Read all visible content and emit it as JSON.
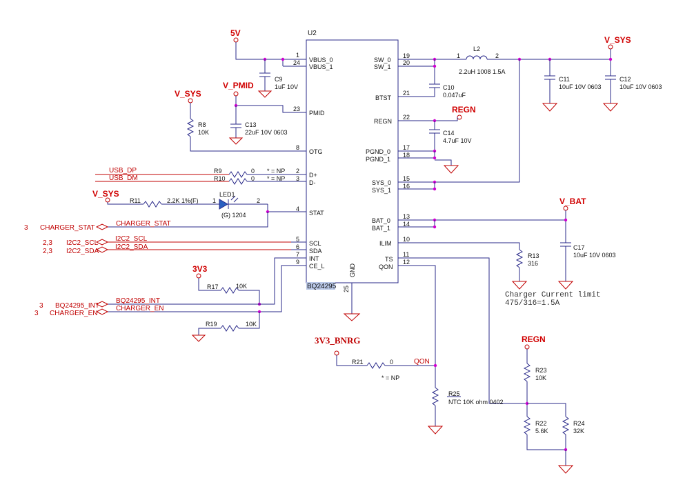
{
  "ic": {
    "ref": "U2",
    "part": "BQ24295",
    "gnd_label": "GND",
    "gnd_pin": "25",
    "left_pins": [
      {
        "num": "1",
        "name": "VBUS_0"
      },
      {
        "num": "24",
        "name": "VBUS_1"
      },
      {
        "num": "23",
        "name": "PMID"
      },
      {
        "num": "8",
        "name": "OTG"
      },
      {
        "num": "2",
        "name": "D+"
      },
      {
        "num": "3",
        "name": "D-"
      },
      {
        "num": "4",
        "name": "STAT"
      },
      {
        "num": "5",
        "name": "SCL"
      },
      {
        "num": "6",
        "name": "SDA"
      },
      {
        "num": "7",
        "name": "INT"
      },
      {
        "num": "9",
        "name": "CE_L"
      }
    ],
    "right_pins": [
      {
        "num": "19",
        "name": "SW_0"
      },
      {
        "num": "20",
        "name": "SW_1"
      },
      {
        "num": "21",
        "name": "BTST"
      },
      {
        "num": "22",
        "name": "REGN"
      },
      {
        "num": "17",
        "name": "PGND_0"
      },
      {
        "num": "18",
        "name": "PGND_1"
      },
      {
        "num": "15",
        "name": "SYS_0"
      },
      {
        "num": "16",
        "name": "SYS_1"
      },
      {
        "num": "13",
        "name": "BAT_0"
      },
      {
        "num": "14",
        "name": "BAT_1"
      },
      {
        "num": "10",
        "name": "ILIM"
      },
      {
        "num": "11",
        "name": "TS"
      },
      {
        "num": "12",
        "name": "QON"
      }
    ]
  },
  "power": {
    "p5v": "5V",
    "vsys_a": "V_SYS",
    "vsys_b": "V_SYS",
    "vsys_c": "V_SYS",
    "vpmid": "V_PMID",
    "regn_a": "REGN",
    "regn_b": "REGN",
    "vbat": "V_BAT",
    "p3v3": "3V3",
    "p3v3_bnrg": "3V3_BNRG"
  },
  "caps": [
    {
      "ref": "C9",
      "val": "1uF 10V"
    },
    {
      "ref": "C13",
      "val": "22uF 10V 0603"
    },
    {
      "ref": "C10",
      "val": "0.047uF"
    },
    {
      "ref": "C14",
      "val": "4.7uF 10V"
    },
    {
      "ref": "C11",
      "val": "10uF 10V 0603"
    },
    {
      "ref": "C12",
      "val": "10uF 10V 0603"
    },
    {
      "ref": "C17",
      "val": "10uF 10V 0603"
    }
  ],
  "resistors": [
    {
      "ref": "R8",
      "val": "10K"
    },
    {
      "ref": "R9",
      "val": "0",
      "note": "* = NP"
    },
    {
      "ref": "R10",
      "val": "0",
      "note": "* = NP"
    },
    {
      "ref": "R11",
      "val": "2.2K 1%(F)"
    },
    {
      "ref": "R17",
      "val": "10K"
    },
    {
      "ref": "R19",
      "val": "10K"
    },
    {
      "ref": "R13",
      "val": "316"
    },
    {
      "ref": "R21",
      "val": "0",
      "note": "* = NP"
    },
    {
      "ref": "R23",
      "val": "10K"
    },
    {
      "ref": "R22",
      "val": "5.6K"
    },
    {
      "ref": "R24",
      "val": "32K"
    },
    {
      "ref": "R25",
      "val": "NTC 10K ohm 0402"
    }
  ],
  "inductor": {
    "ref": "L2",
    "val": "2.2uH 1008 1.5A",
    "pin1": "1",
    "pin2": "2"
  },
  "led": {
    "ref": "LED1",
    "val": "(G) 1204",
    "pin1": "1",
    "pin2": "2"
  },
  "nets": {
    "usb_dp": "USB_DP",
    "usb_dm": "USB_DM",
    "charger_stat": "CHARGER_STAT",
    "charger_stat_port": "CHARGER_STAT",
    "charger_stat_sheet": "3",
    "i2c_scl": "I2C2_SCL",
    "i2c_sda": "I2C2_SDA",
    "i2c_scl_port": "I2C2_SCL",
    "i2c_sda_port": "I2C2_SDA",
    "i2c_scl_sheet": "2,3",
    "i2c_sda_sheet": "2,3",
    "bq_int": "BQ24295_INT",
    "bq_int_port": "BQ24295_INT",
    "bq_int_sheet": "3",
    "charger_en": "CHARGER_EN",
    "charger_en_port": "CHARGER_EN",
    "charger_en_sheet": "3",
    "qon": "QON"
  },
  "note": {
    "line1": "Charger Current limit",
    "line2": "475/316=1.5A"
  }
}
